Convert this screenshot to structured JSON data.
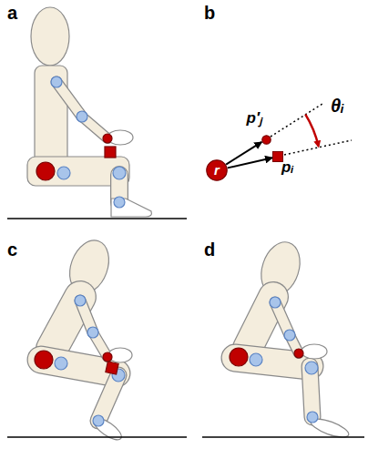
{
  "diagram": {
    "nodes": [
      {
        "text": [
          "r"
        ]
      },
      {
        "text": [
          "p′ⱼ"
        ]
      },
      {
        "text": [
          "pᵢ"
        ]
      }
    ],
    "edges": [
      {
        "from": 0,
        "to": 1,
        "arrow": "to"
      },
      {
        "from": 0,
        "to": 2,
        "arrow": "to"
      }
    ],
    "labels": [
      "a",
      "b",
      "θᵢ",
      "c",
      "d"
    ]
  }
}
